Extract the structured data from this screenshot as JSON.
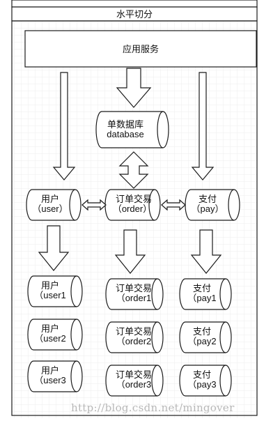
{
  "diagram": {
    "header_title": "水平切分",
    "app_service_label": "应用服务",
    "database": {
      "name": "单数据库",
      "sub": "database"
    },
    "partitions": {
      "user": {
        "name": "用户",
        "sub": "（user）"
      },
      "order": {
        "name": "订单交易",
        "sub": "（order）"
      },
      "pay": {
        "name": "支付",
        "sub": "（pay）"
      }
    },
    "shards": {
      "user": [
        {
          "name": "用户",
          "sub": "（user1"
        },
        {
          "name": "用户",
          "sub": "（user2"
        },
        {
          "name": "用户",
          "sub": "（user3"
        }
      ],
      "order": [
        {
          "name": "订单交易",
          "sub": "（order1"
        },
        {
          "name": "订单交易",
          "sub": "（order2"
        },
        {
          "name": "订单交易",
          "sub": "（order3"
        }
      ],
      "pay": [
        {
          "name": "支付",
          "sub": "（pay1"
        },
        {
          "name": "支付",
          "sub": "（pay2"
        },
        {
          "name": "支付",
          "sub": "（pay3"
        }
      ]
    },
    "watermark": "http://blog.csdn.net/mingover"
  },
  "colors": {
    "stroke": "#1a1a1a",
    "grid": "#ececec",
    "watermark": "#b8b8b8"
  }
}
